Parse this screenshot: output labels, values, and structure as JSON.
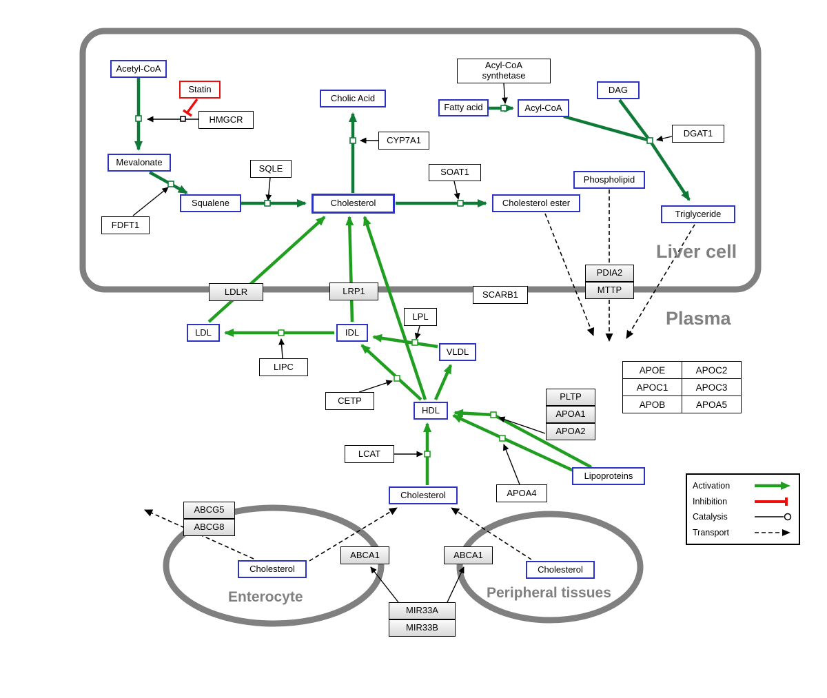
{
  "regions": {
    "liver": "Liver cell",
    "plasma": "Plasma",
    "enterocyte": "Enterocyte",
    "peripheral": "Peripheral tissues"
  },
  "nodes": {
    "acetyl_coa": "Acetyl-CoA",
    "statin": "Statin",
    "hmgcr": "HMGCR",
    "mevalonate": "Mevalonate",
    "fdft1": "FDFT1",
    "squalene": "Squalene",
    "sqle": "SQLE",
    "cholesterol_liver": "Cholesterol",
    "cholic_acid": "Cholic Acid",
    "cyp7a1": "CYP7A1",
    "soat1": "SOAT1",
    "cholesterol_ester": "Cholesterol ester",
    "fatty_acid": "Fatty acid",
    "acyl_coa": "Acyl-CoA",
    "acyl_coa_synthetase": "Acyl-CoA\nsynthetase",
    "dag": "DAG",
    "dgat1": "DGAT1",
    "phospholipid": "Phospholipid",
    "triglyceride": "Triglyceride",
    "pdia2": "PDIA2",
    "mttp": "MTTP",
    "ldlr": "LDLR",
    "lrp1": "LRP1",
    "scarb1": "SCARB1",
    "ldl": "LDL",
    "idl": "IDL",
    "vldl": "VLDL",
    "lpl": "LPL",
    "lipc": "LIPC",
    "cetp": "CETP",
    "hdl": "HDL",
    "lcat": "LCAT",
    "pltp": "PLTP",
    "apoa1": "APOA1",
    "apoa2": "APOA2",
    "apoa4": "APOA4",
    "lipoproteins": "Lipoproteins",
    "cholesterol_plasma": "Cholesterol",
    "abcg5": "ABCG5",
    "abcg8": "ABCG8",
    "cholesterol_enterocyte": "Cholesterol",
    "abca1_enterocyte": "ABCA1",
    "abca1_peripheral": "ABCA1",
    "cholesterol_peripheral": "Cholesterol",
    "mir33a": "MIR33A",
    "mir33b": "MIR33B"
  },
  "apo_table": {
    "rows": [
      [
        "APOE",
        "APOC2"
      ],
      [
        "APOC1",
        "APOC3"
      ],
      [
        "APOB",
        "APOA5"
      ]
    ]
  },
  "legend": {
    "activation": "Activation",
    "inhibition": "Inhibition",
    "catalysis": "Catalysis",
    "transport": "Transport"
  },
  "colors": {
    "activation": "#1f9e1f",
    "activation_dark": "#0f7a38",
    "inhibition": "#ee0e0e",
    "catalysis": "#000000",
    "membrane": "#808080",
    "metabolite_border": "#2b32c4"
  }
}
